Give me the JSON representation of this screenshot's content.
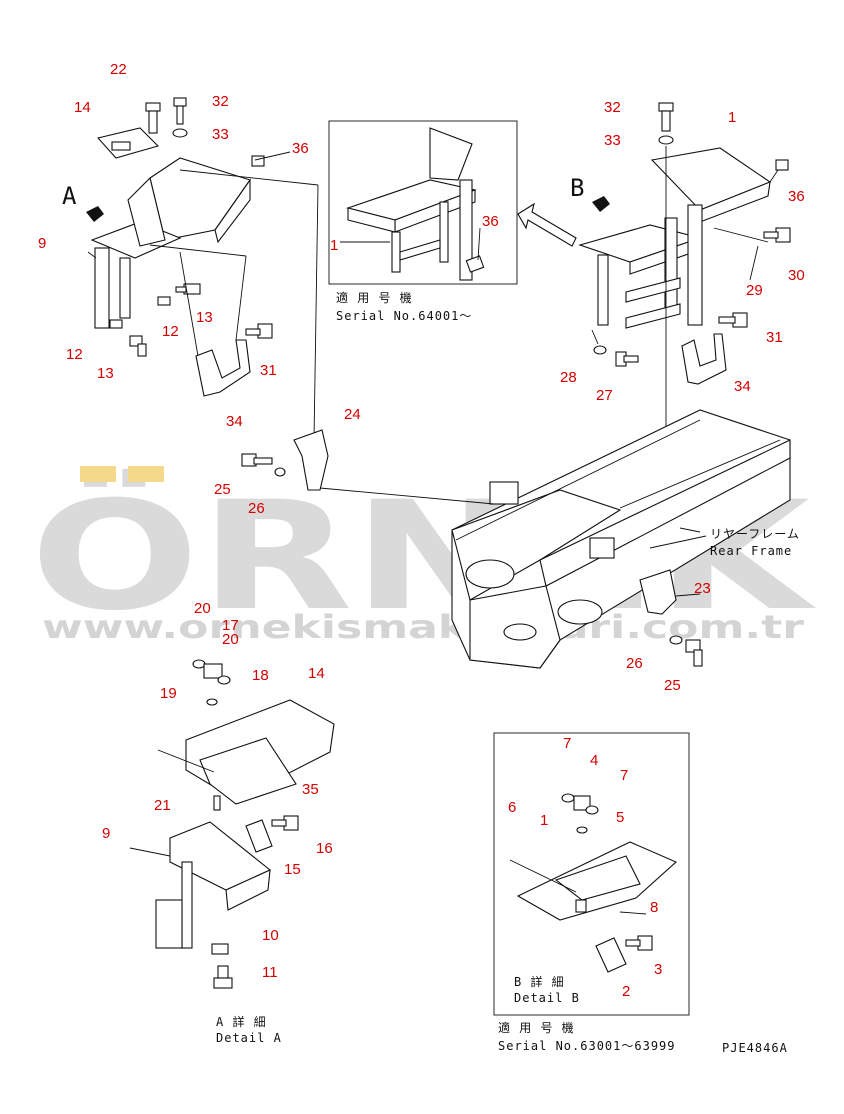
{
  "watermark": {
    "brand": "ÖRNEK",
    "url": "www.ornekismakinalari.com.tr",
    "color": "#d9d9d9",
    "accent": "#f5d98a"
  },
  "label_color": "#d40000",
  "texts": {
    "serial_ja_1": "適 用 号 機",
    "serial_en_1": "Serial No.64001～",
    "rear_frame_ja": "リヤーフレーム",
    "rear_frame_en": "Rear Frame",
    "detail_a_ja": "A 詳 細",
    "detail_a_en": "Detail A",
    "detail_b_ja": "B 詳 細",
    "detail_b_en": "Detail B",
    "serial_ja_2": "適 用 号 機",
    "serial_en_2": "Serial No.63001～63999",
    "drawing_code": "PJE4846A",
    "view_a": "A",
    "view_b": "B"
  },
  "part_numbers": [
    "22",
    "32",
    "14",
    "33",
    "36",
    "9",
    "13",
    "12",
    "12",
    "13",
    "31",
    "34",
    "1",
    "36",
    "32",
    "33",
    "1",
    "36",
    "30",
    "29",
    "31",
    "28",
    "27",
    "34",
    "24",
    "25",
    "26",
    "23",
    "26",
    "25",
    "20",
    "17",
    "20",
    "18",
    "14",
    "19",
    "35",
    "21",
    "9",
    "16",
    "15",
    "10",
    "11",
    "7",
    "4",
    "7",
    "6",
    "1",
    "5",
    "8",
    "3",
    "2"
  ]
}
